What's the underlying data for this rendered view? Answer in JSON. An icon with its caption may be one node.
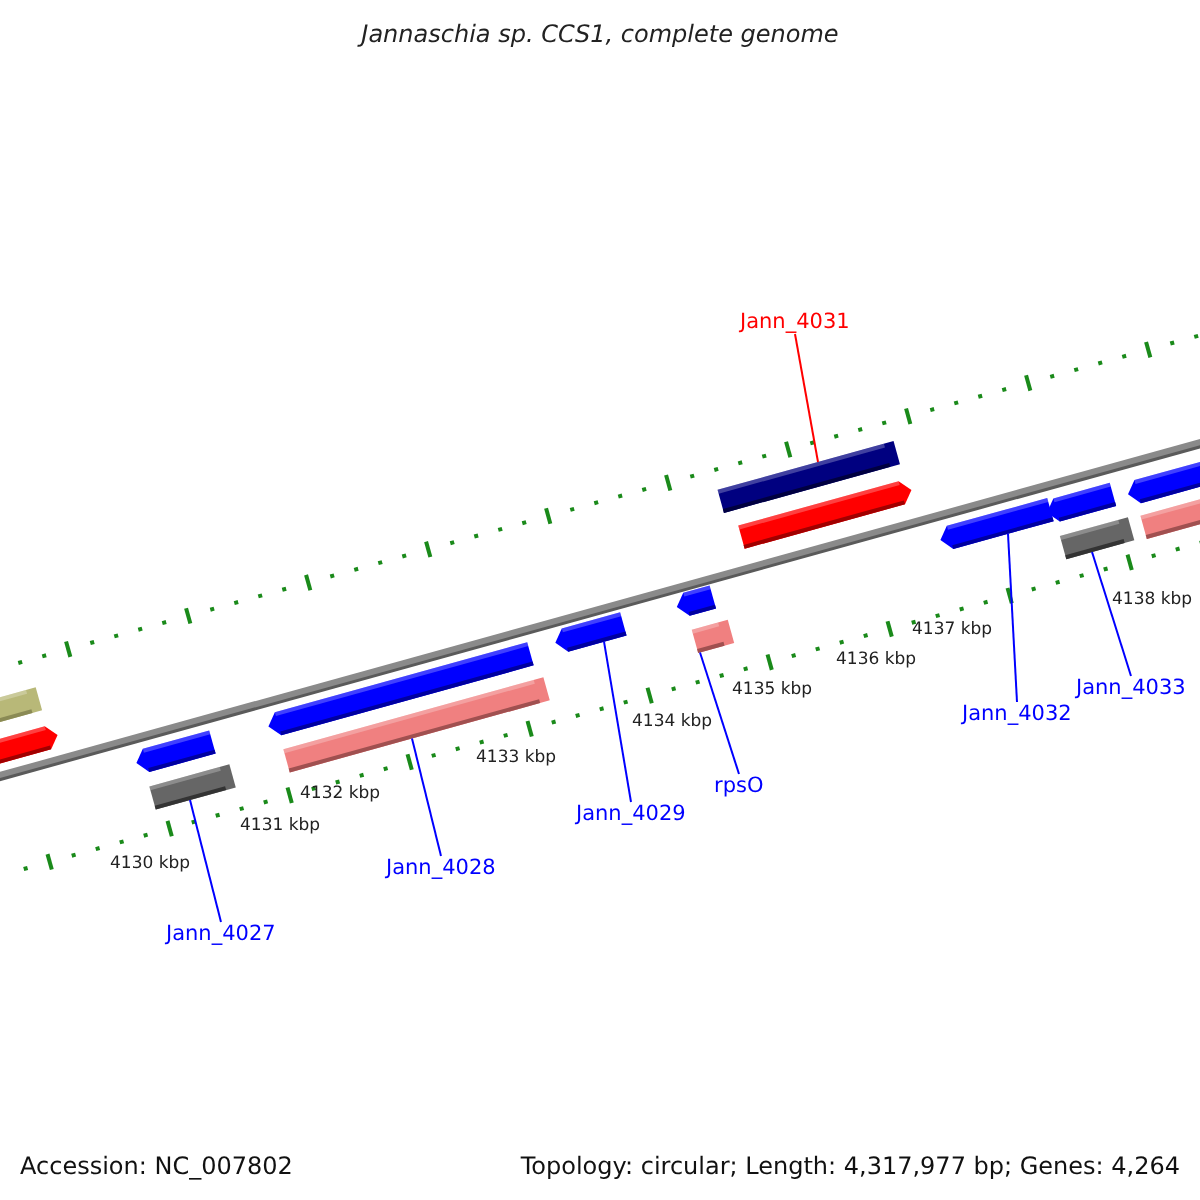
{
  "diagram": {
    "title": "Jannaschia sp. CCS1, complete genome",
    "nodes": [
      {
        "text": [
          "Jann_4031"
        ]
      },
      {
        "text": [
          "Jann_4027"
        ]
      },
      {
        "text": [
          "Jann_4028"
        ]
      },
      {
        "text": [
          "Jann_4029"
        ]
      },
      {
        "text": [
          "rpsO"
        ]
      },
      {
        "text": [
          "Jann_4032"
        ]
      },
      {
        "text": [
          "Jann_4033"
        ]
      },
      {
        "text": [],
        "shape": "bar"
      },
      {
        "text": [],
        "shape": "bar"
      },
      {
        "text": [],
        "shape": "bar"
      },
      {
        "text": [],
        "shape": "bar"
      },
      {
        "text": [],
        "shape": "bar"
      },
      {
        "text": [],
        "shape": "bar"
      },
      {
        "text": [],
        "shape": "bar"
      },
      {
        "text": [],
        "shape": "bar"
      },
      {
        "text": [],
        "shape": "bar"
      },
      {
        "text": [],
        "shape": "bar"
      },
      {
        "text": [],
        "shape": "bar"
      },
      {
        "text": [],
        "shape": "bar"
      },
      {
        "text": [],
        "shape": "bar"
      },
      {
        "text": [],
        "shape": "bar"
      },
      {
        "text": [],
        "shape": "bar"
      },
      {
        "text": [],
        "shape": "bar"
      }
    ],
    "edges": [
      {
        "from": 0,
        "to": 16,
        "arrow": "none",
        "color": "#ff0000"
      },
      {
        "from": 1,
        "to": 10,
        "arrow": "none"
      },
      {
        "from": 2,
        "to": 12,
        "arrow": "none"
      },
      {
        "from": 3,
        "to": 13,
        "arrow": "none"
      },
      {
        "from": 4,
        "to": 15,
        "arrow": "none"
      },
      {
        "from": 5,
        "to": 18,
        "arrow": "none"
      },
      {
        "from": 6,
        "to": 20,
        "arrow": "none"
      }
    ],
    "labels": [
      "4130 kbp",
      "4131 kbp",
      "4132 kbp",
      "4133 kbp",
      "4134 kbp",
      "4135 kbp",
      "4136 kbp",
      "4137 kbp",
      "4138 kbp",
      "Accession: NC_007802",
      "Topology: circular; Length: 4,317,977 bp; Genes: 4,264"
    ]
  }
}
